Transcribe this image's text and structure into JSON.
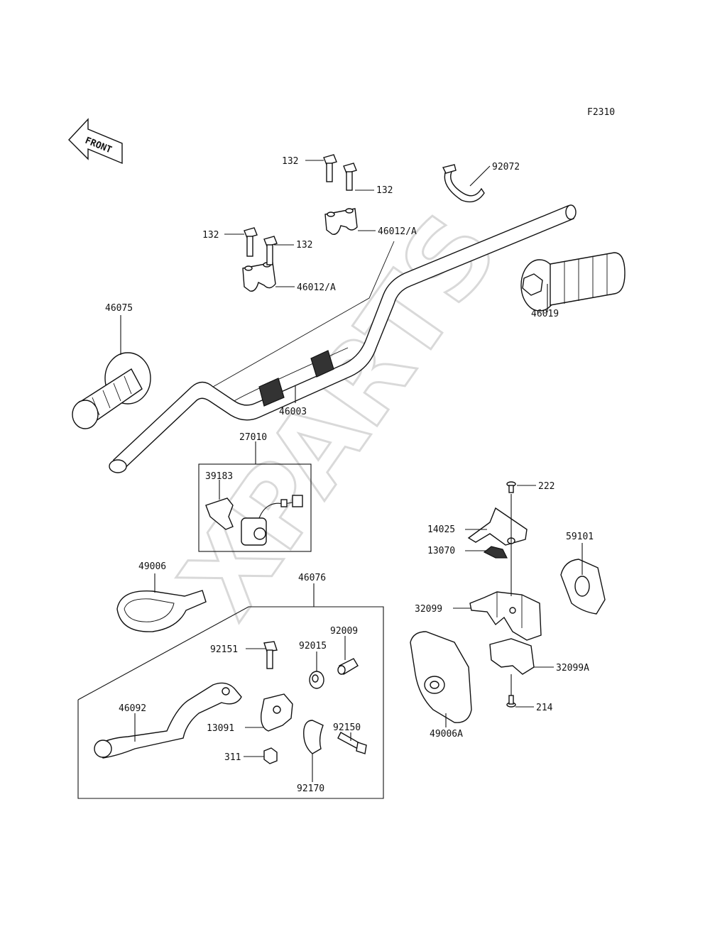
{
  "diagram_code": "F2310",
  "front_arrow_label": "FRONT",
  "watermark": "XPARTS",
  "labels": {
    "bolt_132_a": "132",
    "bolt_132_b": "132",
    "bolt_132_c": "132",
    "bolt_132_d": "132",
    "clamp_46012a_upper": "46012/A",
    "clamp_46012a_lower": "46012/A",
    "band_92072": "92072",
    "grip_46075": "46075",
    "grip_46019": "46019",
    "handlebar_46003": "46003",
    "switch_27010": "27010",
    "holder_39183": "39183",
    "cover_49006": "49006",
    "lever_assy_46076": "46076",
    "bolt_92151": "92151",
    "collar_92015": "92015",
    "adjuster_92009": "92009",
    "lever_46092": "46092",
    "holder_13091": "13091",
    "bolt_92150": "92150",
    "nut_311": "311",
    "clamp_92170": "92170",
    "screw_222": "222",
    "plate_14025": "14025",
    "guide_13070": "13070",
    "case_32099": "32099",
    "case_32099a": "32099A",
    "screw_214": "214",
    "cover_49006a": "49006A",
    "cover_59101": "59101"
  }
}
